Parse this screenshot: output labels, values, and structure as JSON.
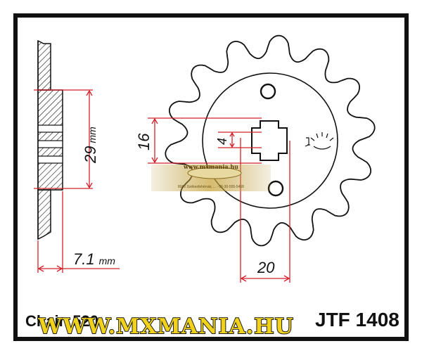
{
  "dimensions": {
    "thickness": "7.1",
    "thickness_unit": "mm",
    "hub_diameter": "29",
    "hub_unit": "mm",
    "spline_height": "16",
    "key_width": "4",
    "bore": "20"
  },
  "chain_label": "Chain 520",
  "part_number": "JTF 1408",
  "watermark": {
    "site": "www.mxmania.hu",
    "small_text": "8000 Székesfehérvár, ... · 06-30-555-5468",
    "banner": "WWW.MXMANIA.HU"
  },
  "colors": {
    "dimension_line": "#d4202a",
    "outline": "#111111",
    "banner_fill": "#f0d21a",
    "banner_stroke": "#1a1a1a"
  }
}
